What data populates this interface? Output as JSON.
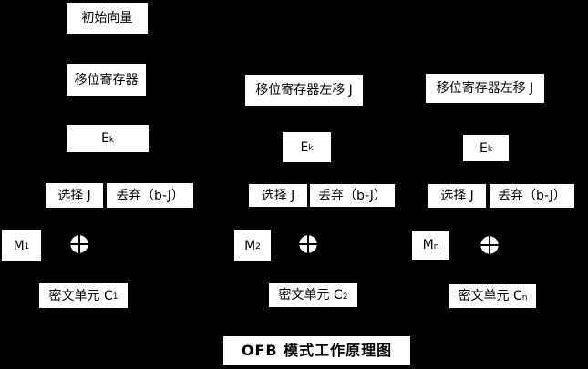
{
  "title": "OFB 模式工作原理图",
  "colors": {
    "background": "#000000",
    "box_fill": "#ffffff",
    "text": "#000000"
  },
  "icons": {
    "xor": "xor-circle-plus",
    "xor_glyph": "⊕"
  },
  "columns": {
    "c1": {
      "init": "初始向量",
      "shift": "移位寄存器",
      "cipher_base": "E",
      "cipher_sub": "k",
      "select": "选择 J",
      "discard": "丢弃（b-J）",
      "msg_base": "M",
      "msg_sub": "1",
      "output_base": "密文单元 C",
      "output_sub": "1"
    },
    "c2": {
      "shift": "移位寄存器左移 J",
      "cipher_base": "E",
      "cipher_sub": "k",
      "select": "选择 J",
      "discard": "丢弃（b-J）",
      "msg_base": "M",
      "msg_sub": "2",
      "output_base": "密文单元 C",
      "output_sub": "2"
    },
    "c3": {
      "shift": "移位寄存器左移 J",
      "cipher_base": "E",
      "cipher_sub": "k",
      "select": "选择 J",
      "discard": "丢弃（b-J）",
      "msg_base": "M",
      "msg_sub": "n",
      "output_base": "密文单元 C",
      "output_sub": "n"
    }
  }
}
